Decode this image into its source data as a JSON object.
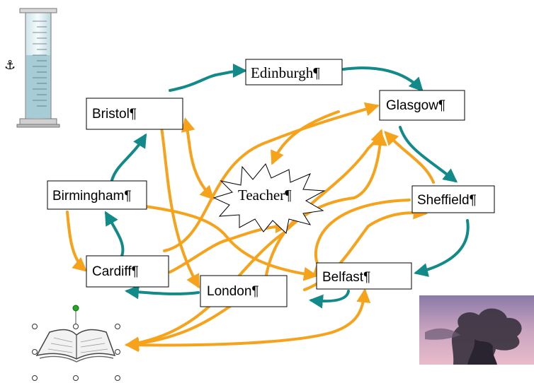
{
  "nodes": {
    "edinburgh": "Edinburgh¶",
    "glasgow": "Glasgow¶",
    "bristol": "Bristol¶",
    "birmingham": "Birmingham¶",
    "sheffield": "Sheffield¶",
    "cardiff": "Cardiff¶",
    "london": "London¶",
    "belfast": "Belfast¶",
    "teacher": "Teacher¶"
  },
  "colors": {
    "teal_arrow": "#138a8a",
    "orange_arrow": "#f7a21b",
    "selection_handle_green": "#22aa22",
    "selection_handle_white": "#ffffff"
  },
  "icons": {
    "anchor": "⚓",
    "cylinder": "measuring-cylinder-icon",
    "book": "open-book-icon",
    "photo": "storm-cloud-photo"
  }
}
